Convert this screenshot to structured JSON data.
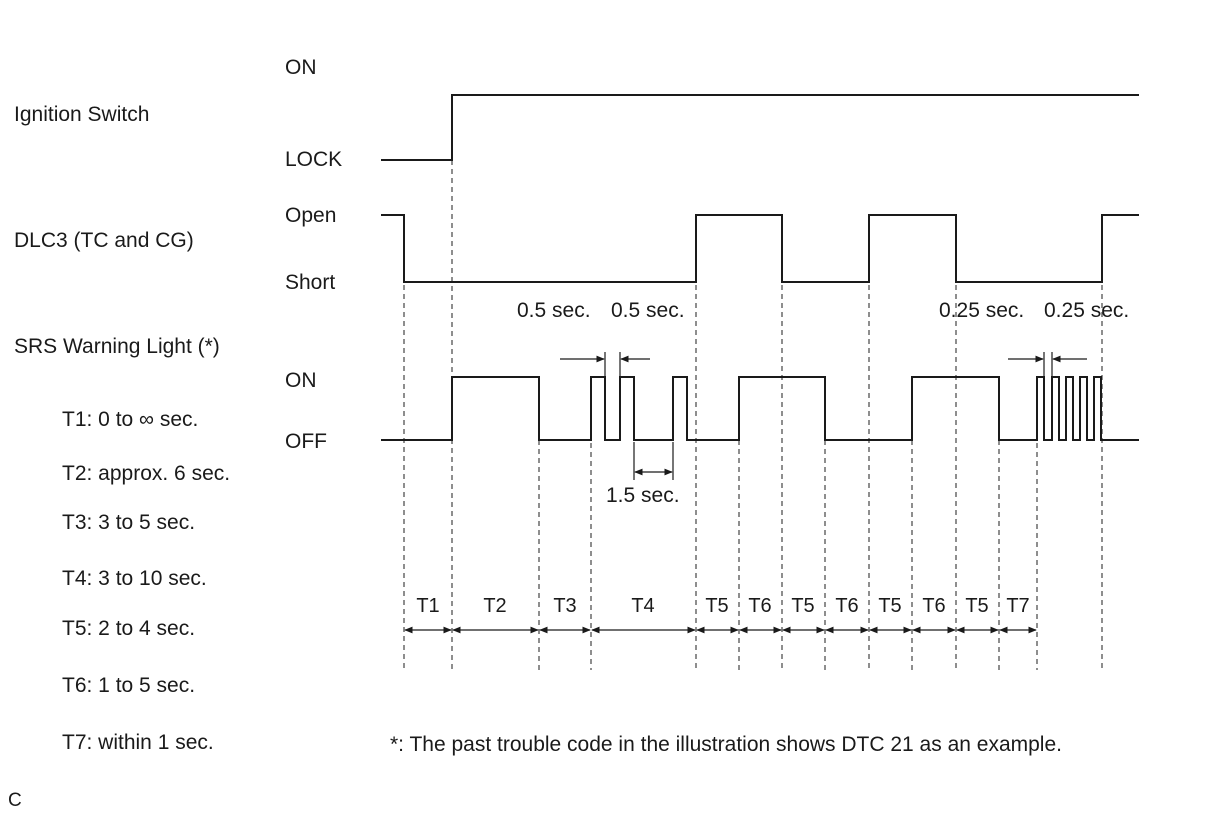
{
  "signals": {
    "ignition": {
      "name": "Ignition Switch",
      "high": "ON",
      "low": "LOCK"
    },
    "dlc3": {
      "name": "DLC3 (TC and CG)",
      "high": "Open",
      "low": "Short"
    },
    "srs": {
      "name": "SRS Warning Light (*)",
      "high": "ON",
      "low": "OFF"
    }
  },
  "legend": [
    "T1: 0 to ∞ sec.",
    "T2: approx. 6 sec.",
    "T3: 3 to 5 sec.",
    "T4: 3 to 10 sec.",
    "T5: 2 to 4 sec.",
    "T6: 1 to 5 sec.",
    "T7: within 1 sec."
  ],
  "annotations": {
    "half_a": "0.5 sec.",
    "half_b": "0.5 sec.",
    "quarter_a": "0.25 sec.",
    "quarter_b": "0.25 sec.",
    "pause": "1.5 sec."
  },
  "intervals": [
    "T1",
    "T2",
    "T3",
    "T4",
    "T5",
    "T6",
    "T5",
    "T6",
    "T5",
    "T6",
    "T5",
    "T7"
  ],
  "footnote": "*: The past trouble code in the illustration shows DTC 21 as an example.",
  "corner_mark": "C"
}
